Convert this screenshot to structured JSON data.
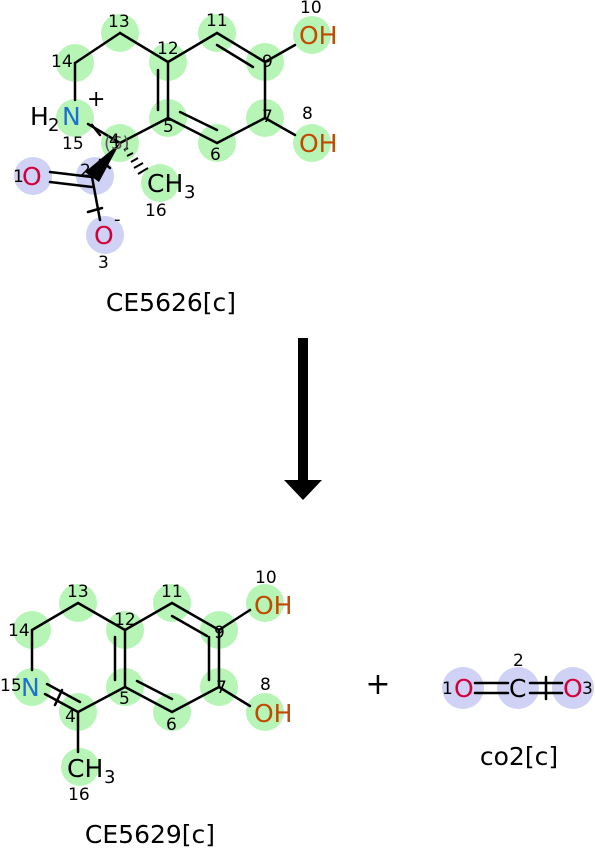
{
  "reaction": {
    "substrate": {
      "name": "CE5626[c]",
      "atom_indices": [
        "1",
        "2",
        "3",
        "4",
        "5",
        "6",
        "7",
        "8",
        "9",
        "10",
        "11",
        "12",
        "13",
        "14",
        "15",
        "16"
      ],
      "atoms": {
        "n": "N",
        "h": "H",
        "h_sub": "2",
        "charge_plus": "+",
        "o1": "O",
        "o3": "O",
        "charge_minus": "-",
        "oh7": "OH",
        "oh9": "OH",
        "ch": "CH",
        "ch_sub": "3",
        "stereo": "(S)"
      }
    },
    "product_main": {
      "name": "CE5629[c]",
      "atom_indices": [
        "4",
        "5",
        "6",
        "7",
        "8",
        "9",
        "10",
        "11",
        "12",
        "13",
        "14",
        "15",
        "16"
      ],
      "atoms": {
        "n": "N",
        "oh7": "OH",
        "oh9": "OH",
        "ch": "CH",
        "ch_sub": "3"
      }
    },
    "plus": "+",
    "product_co2": {
      "name": "co2[c]",
      "atom_indices": [
        "1",
        "2",
        "3"
      ],
      "atoms": {
        "o1": "O",
        "c": "C",
        "o3": "O"
      }
    },
    "colors": {
      "highlight_green": "#b7f5b7",
      "highlight_blue": "#cfd1f5",
      "nitrogen": "#1f6fd0",
      "oxygen": "#d4003c",
      "hydroxyl": "#c24a00"
    }
  }
}
